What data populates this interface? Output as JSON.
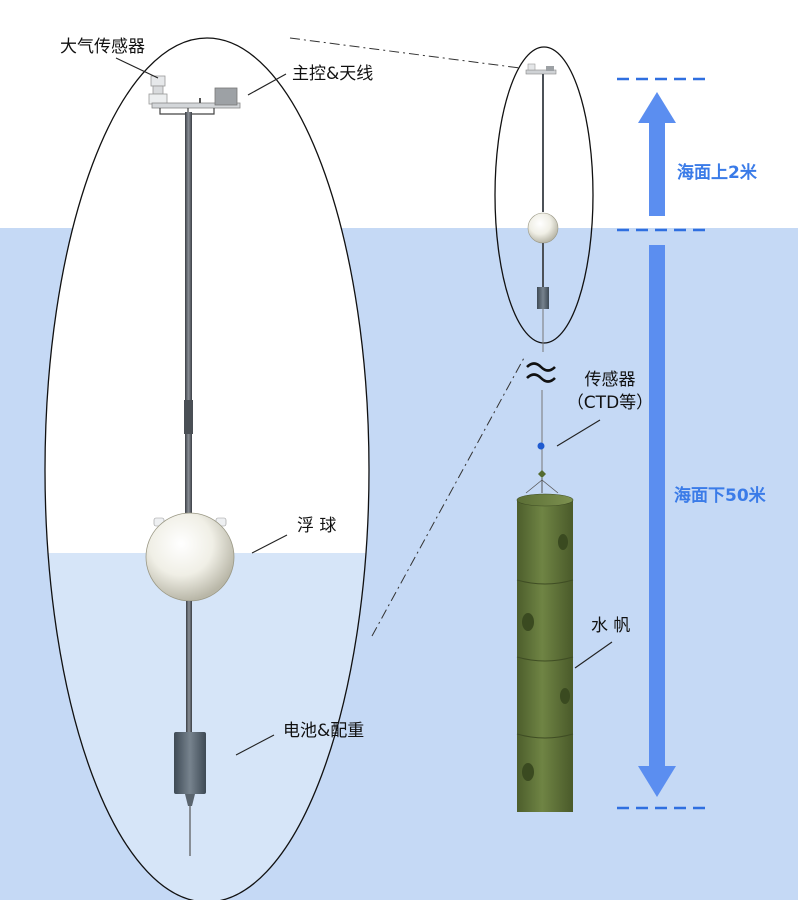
{
  "labels": {
    "atmospheric_sensor": "大气传感器",
    "main_control_antenna": "主控&天线",
    "float_ball": "浮 球",
    "battery_counterweight": "电池&配重",
    "sensor_line1": "传感器",
    "sensor_line2": "（CTD等）",
    "water_sail": "水 帆",
    "above_sea": "海面上2米",
    "below_sea": "海面下50米"
  },
  "colors": {
    "sea": "#c5d9f5",
    "sea_zoom": "#d3e3f8",
    "arrow": "#5b8ef0",
    "dash": "#2f6fe0",
    "sail": "#667a3e",
    "label_blue": "#3a7be8"
  }
}
